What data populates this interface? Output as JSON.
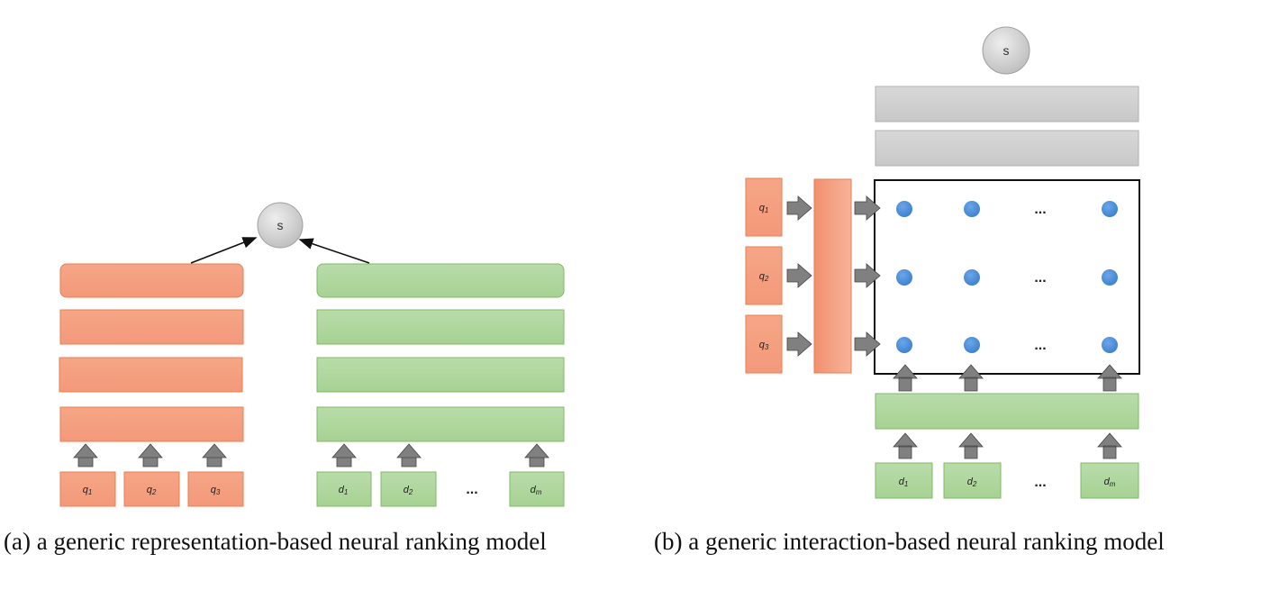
{
  "score_label": "s",
  "ellipsis": "...",
  "left_panel": {
    "caption": "(a) a generic representation-based neural ranking model",
    "query_terms": [
      {
        "base": "q",
        "sub": "1"
      },
      {
        "base": "q",
        "sub": "2"
      },
      {
        "base": "q",
        "sub": "3"
      }
    ],
    "doc_terms": [
      {
        "base": "d",
        "sub": "1"
      },
      {
        "base": "d",
        "sub": "2"
      },
      {
        "base": "d",
        "sub": "m"
      }
    ]
  },
  "right_panel": {
    "caption": "(b) a generic interaction-based neural ranking model",
    "query_terms": [
      {
        "base": "q",
        "sub": "1"
      },
      {
        "base": "q",
        "sub": "2"
      },
      {
        "base": "q",
        "sub": "3"
      }
    ],
    "doc_terms": [
      {
        "base": "d",
        "sub": "1"
      },
      {
        "base": "d",
        "sub": "2"
      },
      {
        "base": "d",
        "sub": "m"
      }
    ]
  },
  "colors": {
    "query": "#f4a183",
    "query_border": "#ec7c4e",
    "doc": "#b3d9a3",
    "doc_border": "#7fb865",
    "score_layer": "#d2d2d2",
    "node": "#4d8fd8",
    "arrow": "#808080"
  }
}
